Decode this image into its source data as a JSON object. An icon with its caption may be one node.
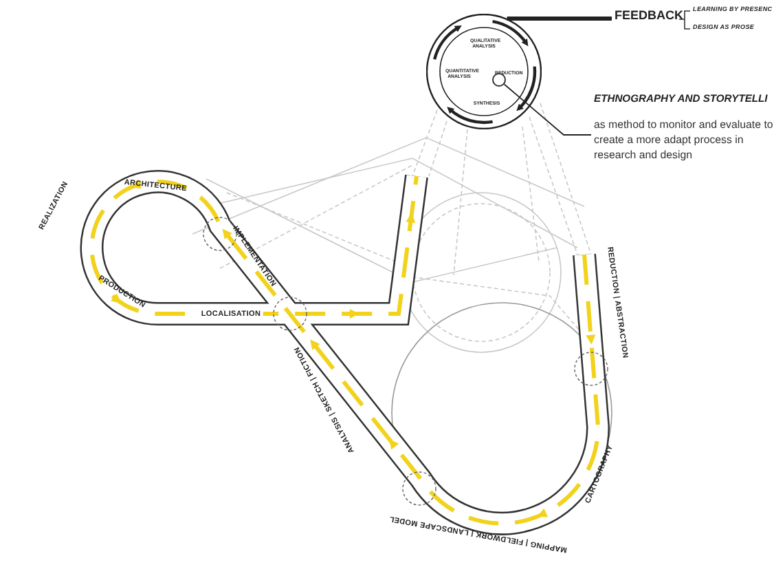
{
  "diagram": {
    "nodes": [
      {
        "text": [
          "QUALITATIVE ANALYSIS",
          "QUANTITATIVE ANALYSIS",
          "REDUCTION",
          "SYNTHESIS"
        ]
      },
      {
        "text": [],
        "shape": "circle",
        "in": 0
      },
      {
        "text": [
          "ETHNOGRAPHY AND STORYTELLI",
          "as method to monitor and evaluate to create a more adapt process in research and design"
        ]
      },
      {
        "text": [
          "FEEDBACK"
        ]
      }
    ],
    "edges": [
      {
        "from": 2,
        "to": 1,
        "arrow": "none"
      },
      {
        "from": 0,
        "to": 3,
        "arrow": "none",
        "style": "thick"
      }
    ],
    "labels": [
      "LEARNING BY PRESENC",
      "DESIGN AS PROSE",
      "REALIZATION",
      "ARCHITECTURE",
      "IMPLEMENTATION",
      "REDUCTION | ABSTRACTION",
      "PRODUCTION",
      "LOCALISATION",
      "ANALYSIS | SKETCH | FICTION",
      "CARTOGRAPHY",
      "MAPPING | FIELDWORK | LANDSCAPE MODEL"
    ]
  }
}
